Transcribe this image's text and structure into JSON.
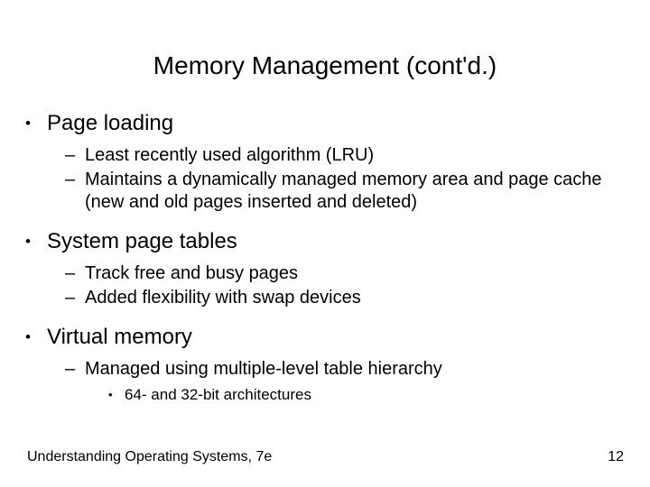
{
  "slide": {
    "title": "Memory Management (cont'd.)",
    "background_color": "#ffffff",
    "text_color": "#000000",
    "bullet_glyph_level1": "•",
    "bullet_glyph_level2": "–",
    "bullet_glyph_level3": "•",
    "content": [
      {
        "level": 1,
        "text": "Page loading"
      },
      {
        "level": 2,
        "text": "Least recently used algorithm (LRU)"
      },
      {
        "level": 2,
        "text": "Maintains a dynamically managed memory area and page cache (new and old pages inserted and deleted)"
      },
      {
        "level": 1,
        "text": "System page tables"
      },
      {
        "level": 2,
        "text": "Track free and busy pages"
      },
      {
        "level": 2,
        "text": "Added flexibility with swap devices"
      },
      {
        "level": 1,
        "text": "Virtual memory"
      },
      {
        "level": 2,
        "text": "Managed using multiple-level table hierarchy"
      },
      {
        "level": 3,
        "text": "64- and 32-bit architectures"
      }
    ],
    "footer": {
      "source": "Understanding Operating Systems, 7e",
      "page_number": "12"
    }
  }
}
